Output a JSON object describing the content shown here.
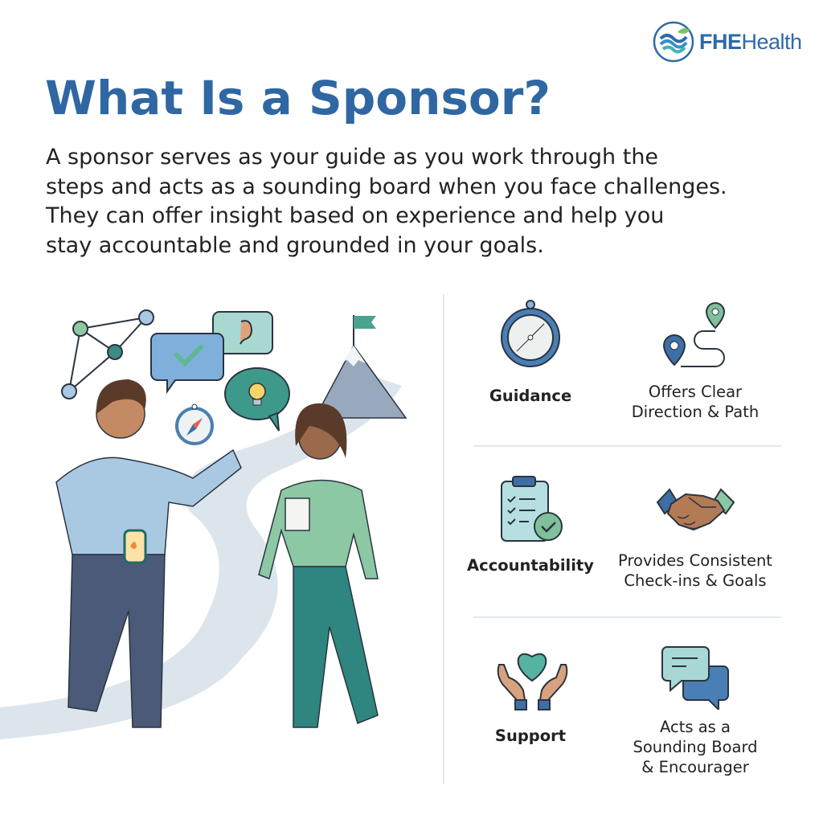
{
  "brand": {
    "logo_bold": "FHE",
    "logo_light": "Health"
  },
  "title": "What Is a Sponsor?",
  "intro_lines": [
    "A sponsor serves as your guide as you work through the",
    "steps and acts as a sounding board when you face challenges.",
    "They can offer insight based on experience and help you",
    "stay accountable and grounded in your goals."
  ],
  "illustration": {
    "description": "Sponsor holding a lantern talking to a sponsee holding a notepad on a winding path toward a mountain with a flag",
    "icons": [
      "network-icon",
      "checkmark-chat-icon",
      "ear-chat-icon",
      "compass-icon",
      "lightbulb-chat-icon",
      "mountain-flag-icon",
      "lantern-icon",
      "notepad-icon"
    ]
  },
  "features": [
    {
      "label": "Guidance",
      "icon": "compass-icon",
      "description_lines": [
        "Offers Clear",
        "Direction & Path"
      ],
      "desc_icon": "route-pins-icon"
    },
    {
      "label": "Accountability",
      "icon": "checklist-clipboard-icon",
      "description_lines": [
        "Provides Consistent",
        "Check-ins & Goals"
      ],
      "desc_icon": "handshake-icon"
    },
    {
      "label": "Support",
      "icon": "heart-hands-icon",
      "description_lines": [
        "Acts as a",
        "Sounding Board",
        "& Encourager"
      ],
      "desc_icon": "chat-bubbles-icon"
    }
  ],
  "colors": {
    "title_blue": "#2f67a3",
    "teal": "#3d9a8b",
    "light_blue": "#a9c9e3",
    "green": "#8cc8a4",
    "navy": "#4a5a78"
  }
}
